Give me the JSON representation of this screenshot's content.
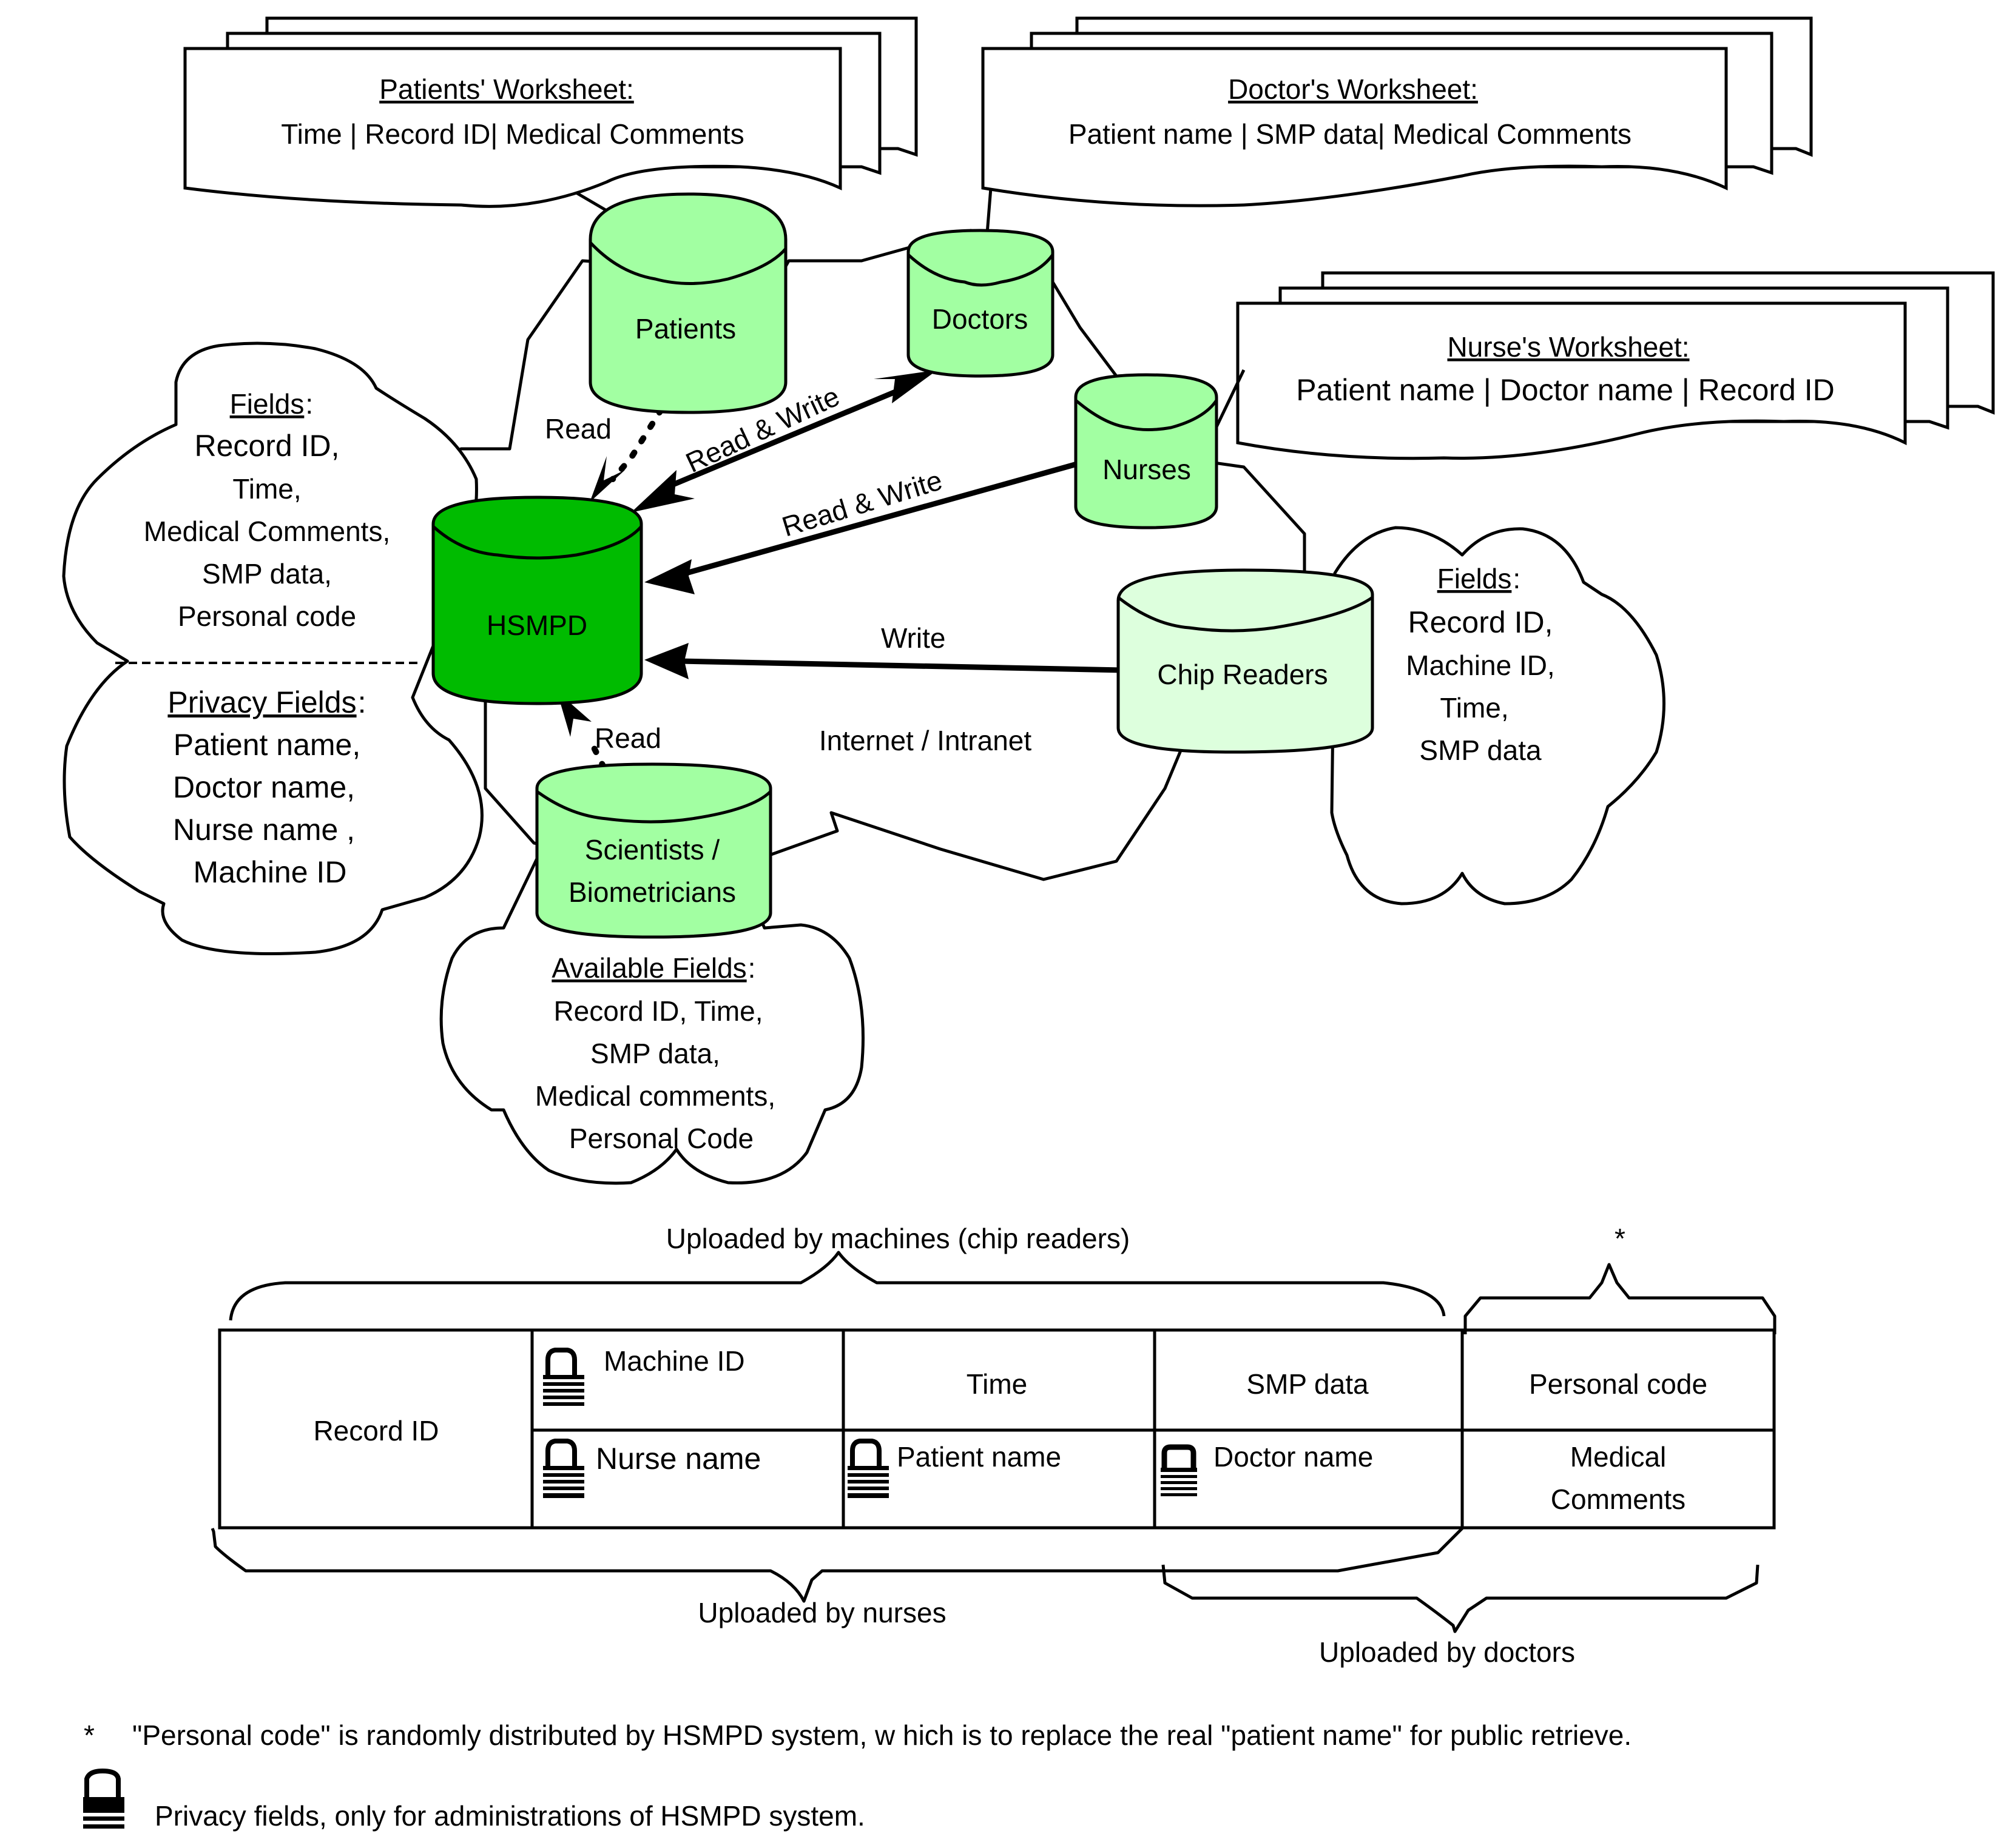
{
  "colors": {
    "hsmpd_fill": "#00BB00",
    "node_fill": "#A2FFA2",
    "chip_reader_fill": "#DDFFDD",
    "line": "#000000",
    "background": "#FFFFFF"
  },
  "worksheets": {
    "patients": {
      "title": "Patients' Worksheet:",
      "fields": "Time | Record ID|  Medical Comments"
    },
    "doctors": {
      "title": "Doctor's Worksheet:",
      "fields": "Patient name | SMP data| Medical Comments"
    },
    "nurses": {
      "title": "Nurse's Worksheet:",
      "fields": "Patient name | Doctor name | Record ID"
    }
  },
  "nodes": {
    "hsmpd": "HSMPD",
    "patients": "Patients",
    "doctors": "Doctors",
    "nurses": "Nurses",
    "chip_readers": "Chip Readers",
    "scientists_line1": "Scientists /",
    "scientists_line2": "Biometricians"
  },
  "network_label": "Internet / Intranet",
  "edges": [
    {
      "from": "Patients",
      "to": "HSMPD",
      "label": "Read",
      "style": "dotted"
    },
    {
      "from": "Doctors",
      "to": "HSMPD",
      "label": "Read & Write",
      "style": "bidirectional"
    },
    {
      "from": "Nurses",
      "to": "HSMPD",
      "label": "Read & Write",
      "style": "solid"
    },
    {
      "from": "Chip Readers",
      "to": "HSMPD",
      "label": "Write",
      "style": "solid"
    },
    {
      "from": "Scientists / Biometricians",
      "to": "HSMPD",
      "label": "Read",
      "style": "dotted"
    }
  ],
  "hsmpd_cloud": {
    "fields_title": "Fields",
    "fields": [
      "Record ID,",
      "Time,",
      "Medical Comments,",
      "SMP data,",
      "Personal code"
    ],
    "privacy_title": "Privacy Fields",
    "privacy_fields": [
      "Patient name,",
      "Doctor name,",
      "Nurse name ,",
      "Machine ID"
    ]
  },
  "chip_cloud": {
    "title": "Fields",
    "fields": [
      "Record ID,",
      "Machine ID,",
      "Time,",
      "SMP data"
    ]
  },
  "scientist_cloud": {
    "title": "Available Fields",
    "fields": [
      "Record ID, Time,",
      "SMP data,",
      "Medical comments,",
      "Personal Code"
    ]
  },
  "record_table": {
    "record_id": "Record ID",
    "top_row": [
      {
        "label": "Machine ID",
        "locked": true
      },
      {
        "label": "Time",
        "locked": false
      },
      {
        "label": "SMP data",
        "locked": false
      },
      {
        "label": "Personal code",
        "locked": false
      }
    ],
    "bottom_row": [
      {
        "label": "Nurse name",
        "locked": true
      },
      {
        "label": "Patient name",
        "locked": true
      },
      {
        "label": "Doctor name",
        "locked": true
      },
      {
        "label_line1": "Medical",
        "label_line2": "Comments",
        "locked": false
      }
    ],
    "brace_machines": "Uploaded by machines (chip readers)",
    "brace_personal_code": "*",
    "brace_nurses": "Uploaded by nurses",
    "brace_doctors": "Uploaded by doctors"
  },
  "footnotes": {
    "asterisk_mark": "*",
    "asterisk_note": "\"Personal code\" is randomly distributed by HSMPD system, w hich is to  replace the real \"patient name\" for public retrieve.",
    "lock_note": "Privacy fields, only for administrations of HSMPD system."
  }
}
